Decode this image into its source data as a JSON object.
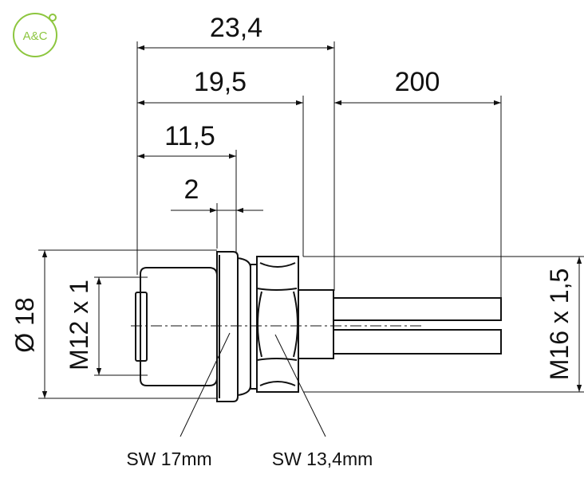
{
  "logo": {
    "text": "A&C",
    "color": "#8dc63f"
  },
  "dimensions": {
    "overall_length": "23,4",
    "nut_to_body": "19,5",
    "flange_length": "11,5",
    "flange_thickness": "2",
    "cable_length": "200",
    "diameter": "Ø 18",
    "thread_front": "M12 x 1",
    "thread_rear": "M16 x 1,5"
  },
  "callouts": {
    "wrench_front": "SW 17mm",
    "wrench_rear": "SW 13,4mm"
  },
  "colors": {
    "line": "#111111",
    "background": "#ffffff"
  }
}
